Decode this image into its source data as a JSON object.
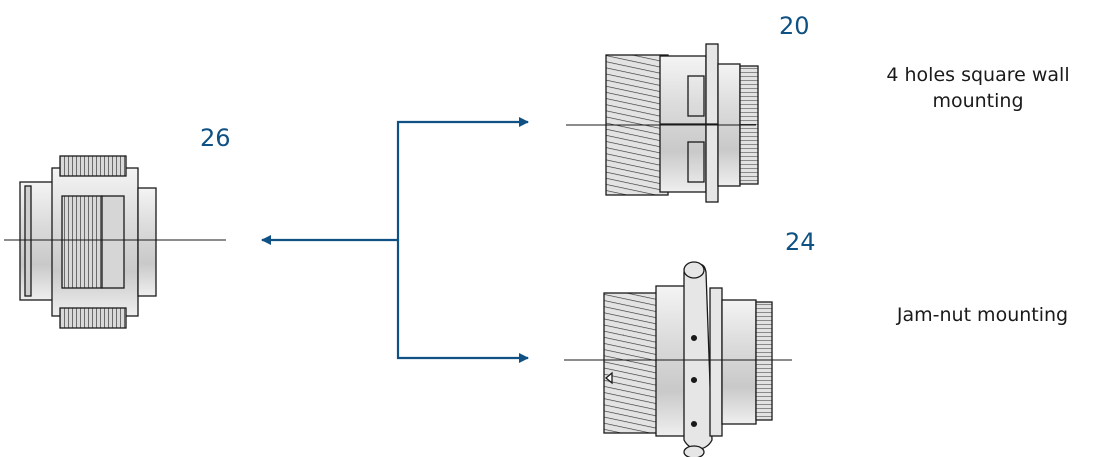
{
  "labels": {
    "plug_number": "26",
    "wall_receptacle_number": "20",
    "jam_receptacle_number": "24"
  },
  "captions": {
    "wall_mount_line1": "4 holes square wall",
    "wall_mount_line2": "mounting",
    "jam_mount": "Jam-nut mounting"
  },
  "colors": {
    "accent": "#0e5182",
    "stroke": "#1a1a1a",
    "metal_light": "#e9e9e9",
    "metal_mid": "#cfcfcf",
    "metal_dark": "#a8a8a8"
  },
  "icons": {
    "plug": "circular-connector-plug-icon",
    "wall_receptacle": "square-flange-receptacle-icon",
    "jam_receptacle": "jam-nut-receptacle-icon",
    "arrow": "arrow-icon"
  }
}
